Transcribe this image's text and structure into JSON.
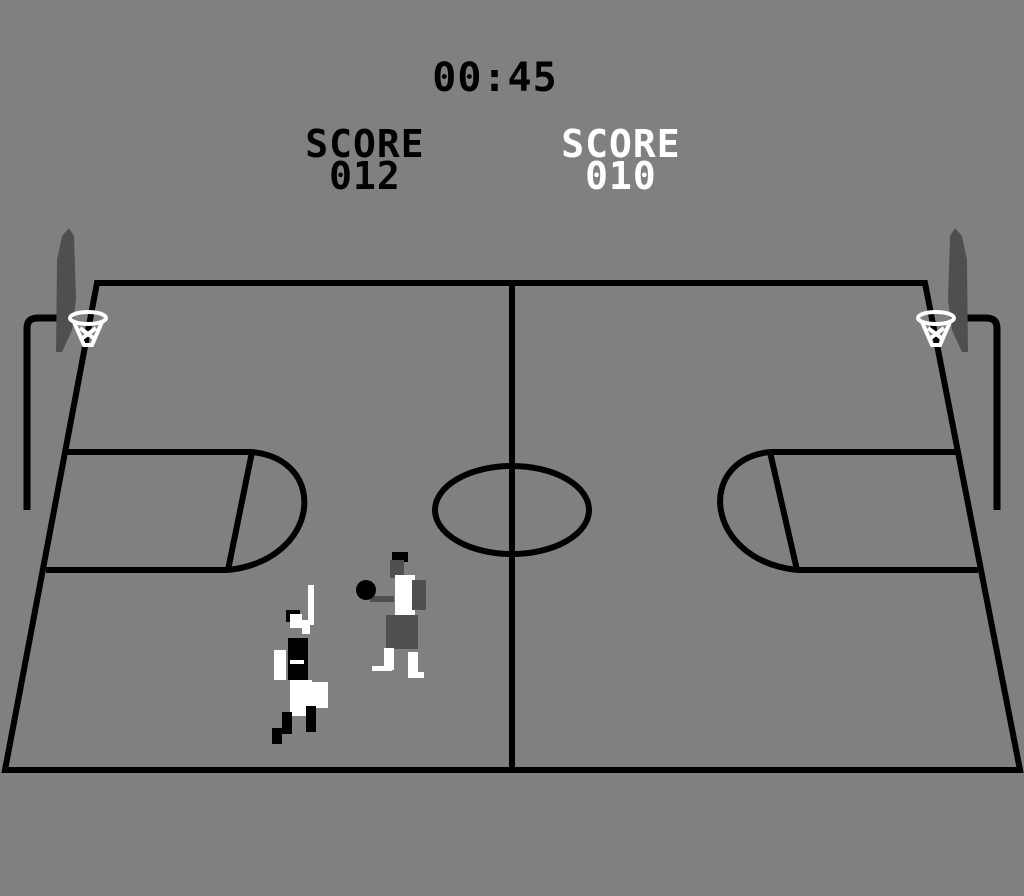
{
  "hud": {
    "timer": "00:45",
    "player1": {
      "label": "SCORE",
      "score": "012"
    },
    "player2": {
      "label": "SCORE",
      "score": "010"
    }
  },
  "colors": {
    "background": "#808080",
    "lines": "#000000",
    "team_white": "#ffffff",
    "team_dark": "#505050",
    "backboard": "#4f4f4f"
  }
}
